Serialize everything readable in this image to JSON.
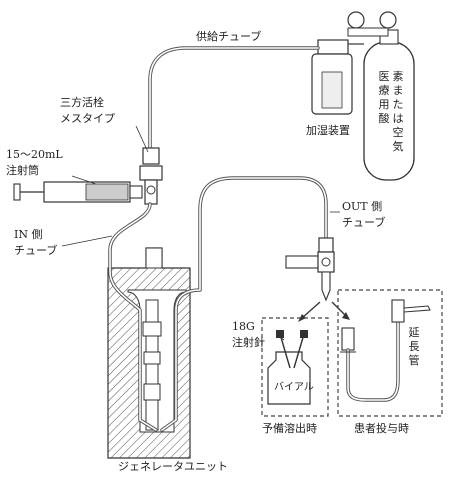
{
  "labels": {
    "supply_tube": "供給チューブ",
    "cylinder": "医療用酸素または空気",
    "humidifier": "加湿装置",
    "stopcock": "三方活栓\nメスタイプ",
    "syringe": "15～20mL\n注射筒",
    "in_tube": "IN 側\nチューブ",
    "out_tube": "OUT 側\nチューブ",
    "needle": "18G\n注射針",
    "vial": "バイアル",
    "extension_tube": "延長管",
    "generator": "ジェネレータユニット",
    "vial_elution": "予備溶出時",
    "patient_admin": "患者投与時"
  }
}
